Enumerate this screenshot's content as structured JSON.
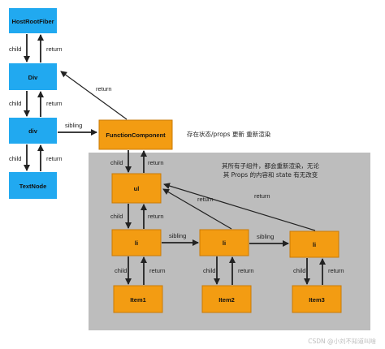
{
  "colors": {
    "blue_node": "#21a9f0",
    "blue_text": "#111111",
    "orange_node": "#f39c12",
    "orange_border": "#c97a06",
    "orange_text": "#111111",
    "group_background": "#bdbdbd",
    "arrow": "#222222"
  },
  "nodes": {
    "host_root_fiber": "HostRootFiber",
    "div_upper": "Div",
    "div_lower": "div",
    "text_node": "TextNode",
    "function_component": "FunctionComponent",
    "ul": "ul",
    "li_1": "li",
    "li_2": "li",
    "li_3": "li",
    "item_1": "Item1",
    "item_2": "Item2",
    "item_3": "Item3"
  },
  "edge_labels": {
    "child": "child",
    "return": "return",
    "sibling": "sibling"
  },
  "notes": {
    "state_props_update": "存在状态/props 更新  重新渲染",
    "children_rerender_line1": "其所有子组件，都会重新渲染，无论",
    "children_rerender_line2": "其 Props 的内容和 state 有无改变"
  },
  "watermark": "CSDN @小刘不知道叫啥"
}
